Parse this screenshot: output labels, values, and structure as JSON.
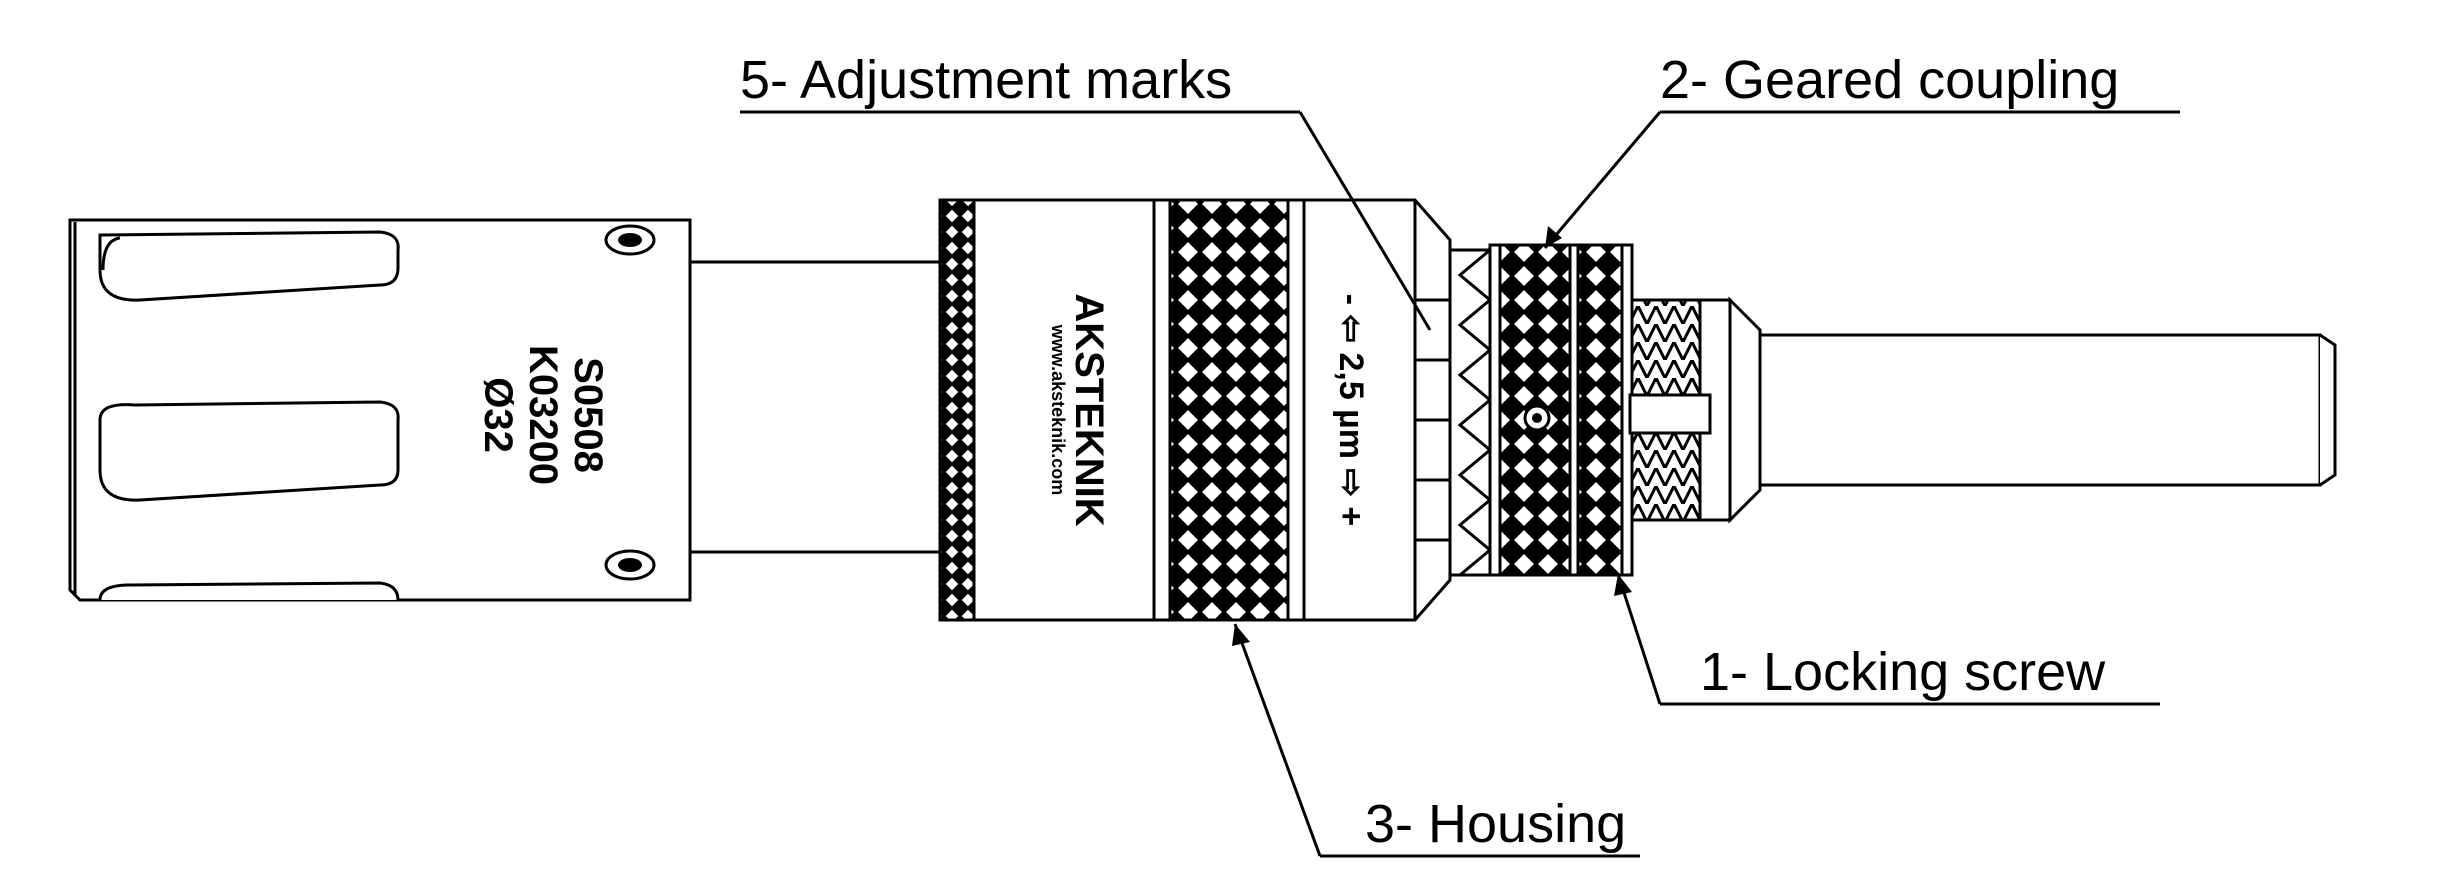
{
  "callouts": {
    "adjustment_marks": "5- Adjustment marks",
    "geared_coupling": "2- Geared coupling",
    "locking_screw": "1- Locking screw",
    "housing": "3- Housing"
  },
  "body_engraving": {
    "diameter": "Ø32",
    "code": "K03200",
    "serial": "S0508"
  },
  "housing_engraving": {
    "brand": "AKSTEKNIK",
    "website": "www.aksteknik.com"
  },
  "adjustment_scale": {
    "text": "- ⇦ 2,5 µm ⇨ +"
  }
}
